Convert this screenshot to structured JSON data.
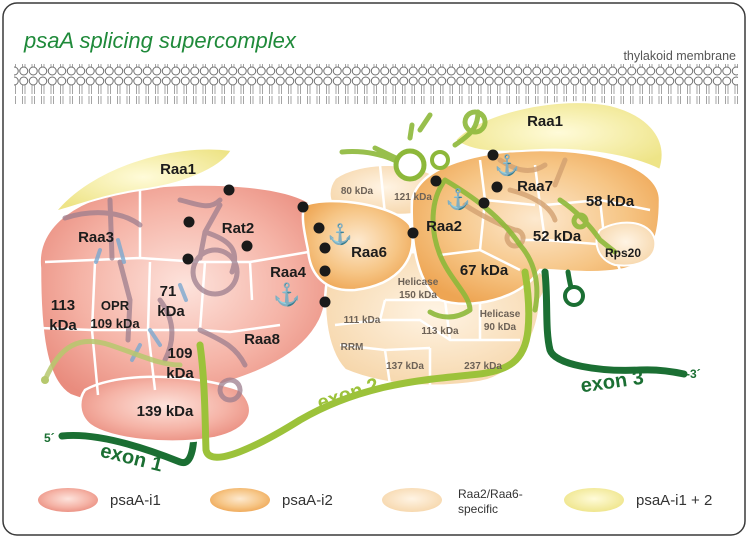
{
  "title": "psaA splicing supercomplex",
  "membrane_label": "thylakoid membrane",
  "colors": {
    "title_green": "#1f8a3a",
    "psaA_i1": "#ee9a8e",
    "psaA_i2": "#f3b968",
    "raa2_raa6_specific": "#f8ddb6",
    "psaA_i1_2": "#f2ec9a",
    "exon1": "#1b6f33",
    "exon2": "#9cc23a",
    "exon3": "#1b6f33"
  },
  "complex_i1_labels": {
    "raa1": "Raa1",
    "raa3": "Raa3",
    "rat2": "Rat2",
    "raa4": "Raa4",
    "opr_l1": "OPR",
    "opr_l2": "109 kDa",
    "p113_l1": "113",
    "p113_l2": "kDa",
    "p71_l1": "71",
    "p71_l2": "kDa",
    "raa8": "Raa8",
    "p109_l1": "109",
    "p109_l2": "kDa",
    "p139": "139 kDa"
  },
  "complex_i2_labels": {
    "raa1": "Raa1",
    "raa6": "Raa6",
    "raa2": "Raa2",
    "raa7": "Raa7",
    "p58": "58 kDa",
    "p52": "52 kDa",
    "p67": "67 kDa",
    "rps20": "Rps20",
    "p80": "80 kDa",
    "p121": "121 kDa",
    "helicase150_l1": "Helicase",
    "helicase150_l2": "150 kDa",
    "helicase90_l1": "Helicase",
    "helicase90_l2": "90 kDa",
    "p111": "111 kDa",
    "p113": "113 kDa",
    "rrm": "RRM",
    "p137": "137 kDa",
    "p237": "237 kDa"
  },
  "exons": {
    "exon1": "exon 1",
    "exon2": "exon 2",
    "exon3": "exon 3",
    "five_prime": "5´",
    "three_prime": "-3´"
  },
  "legend": [
    {
      "label": "psaA-i1",
      "color": "#ee9a8e"
    },
    {
      "label": "psaA-i2",
      "color": "#f3b968"
    },
    {
      "label": "Raa2/Raa6-\nspecific",
      "color": "#f8ddb6"
    },
    {
      "label": "psaA-i1 + 2",
      "color": "#f2ec9a"
    }
  ],
  "legend_text": {
    "i1": "psaA-i1",
    "i2": "psaA-i2",
    "spec_l1": "Raa2/Raa6-",
    "spec_l2": "specific",
    "i12": "psaA-i1 + 2"
  }
}
